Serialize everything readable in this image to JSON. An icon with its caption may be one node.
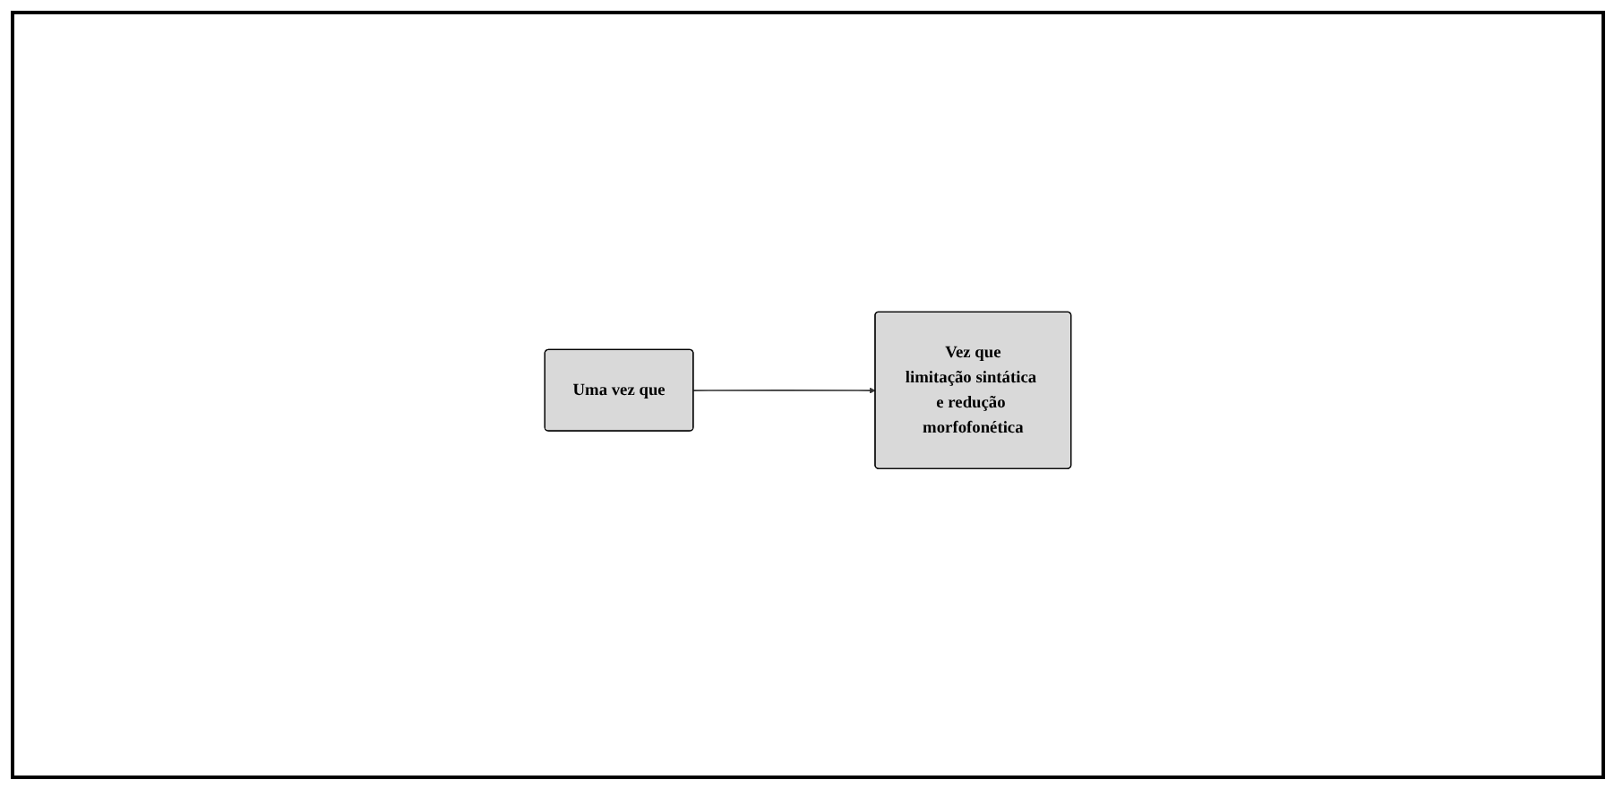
{
  "diagram": {
    "nodes": [
      {
        "text": [
          "Uma vez que"
        ]
      },
      {
        "text": [
          "Vez que",
          "limitação sintática e redução morfofonética"
        ]
      }
    ],
    "edges": [
      {
        "from": 0,
        "to": 1,
        "arrow": "to"
      }
    ]
  }
}
